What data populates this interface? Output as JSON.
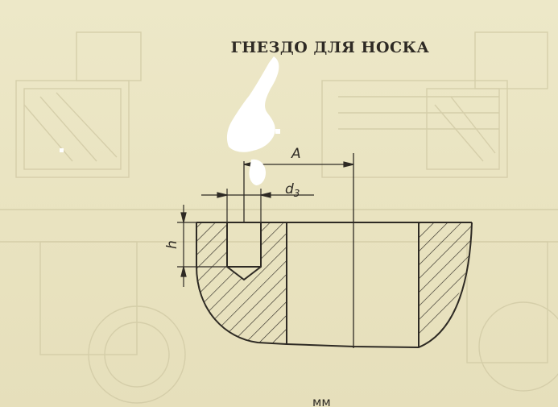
{
  "page": {
    "title": "ГНЕЗДО ДЛЯ НОСКА",
    "units": "мм"
  },
  "drawing": {
    "labels": {
      "dimension_a": "A",
      "dimension_d": "d",
      "dimension_d_subscript": "3",
      "dimension_h": "h"
    },
    "colors": {
      "ink": "#2e2a24",
      "paper": "#ebe6c4",
      "show_through": "#d2cba6",
      "blot": "#ffffff"
    }
  }
}
